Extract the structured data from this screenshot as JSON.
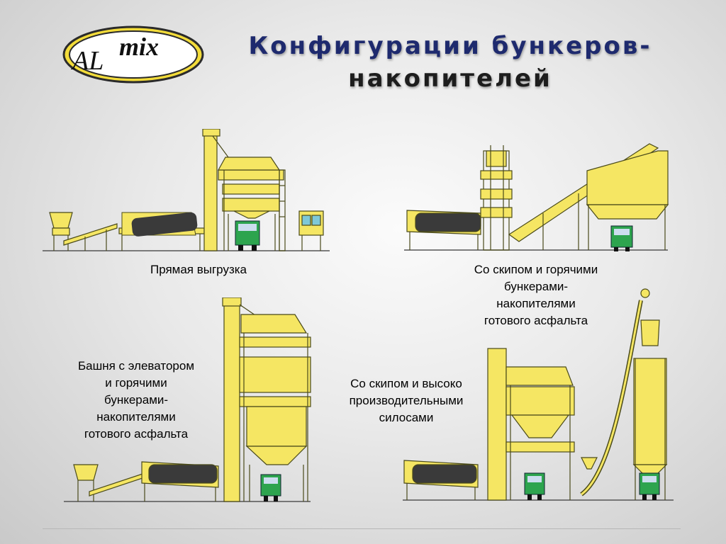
{
  "logo": {
    "text_al": "AL",
    "text_mix": "mix"
  },
  "title": {
    "line1": "Конфигурации бункеров-",
    "line2": "накопителей"
  },
  "configs": [
    {
      "label": "Прямая выгрузка"
    },
    {
      "label_lines": [
        "Со скипом и горячими",
        "бункерами-",
        "накопителями",
        "готового асфальта"
      ]
    },
    {
      "label_lines": [
        "Башня с элеватором",
        "и горячими",
        "бункерами-",
        "накопителями",
        "готового асфальта"
      ]
    },
    {
      "label_lines": [
        "Со скипом и высоко",
        "производительными",
        "силосами"
      ]
    }
  ],
  "colors": {
    "structure": "#f5e663",
    "outline": "#4a4a1a",
    "drum": "#3a3a3a",
    "truck": "#2da44e",
    "title_blue": "#1e2a6e"
  }
}
